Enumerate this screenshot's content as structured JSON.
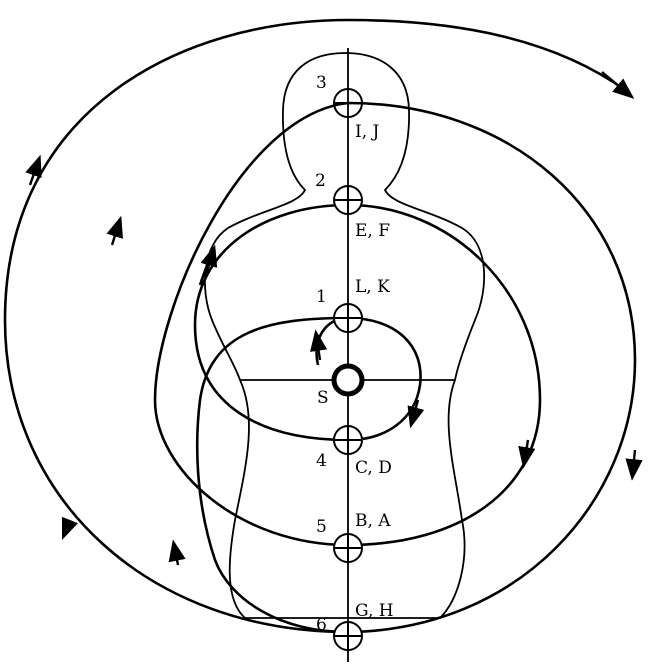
{
  "colors": {
    "stroke": "#000000",
    "background": "#ffffff"
  },
  "center": {
    "label": "S"
  },
  "nodes": [
    {
      "number": "3",
      "letters": "I, J"
    },
    {
      "number": "2",
      "letters": "E, F"
    },
    {
      "number": "1",
      "letters": "L, K"
    },
    {
      "number": "4",
      "letters": "C, D"
    },
    {
      "number": "5",
      "letters": "B, A"
    },
    {
      "number": "6",
      "letters": "G, H"
    }
  ]
}
